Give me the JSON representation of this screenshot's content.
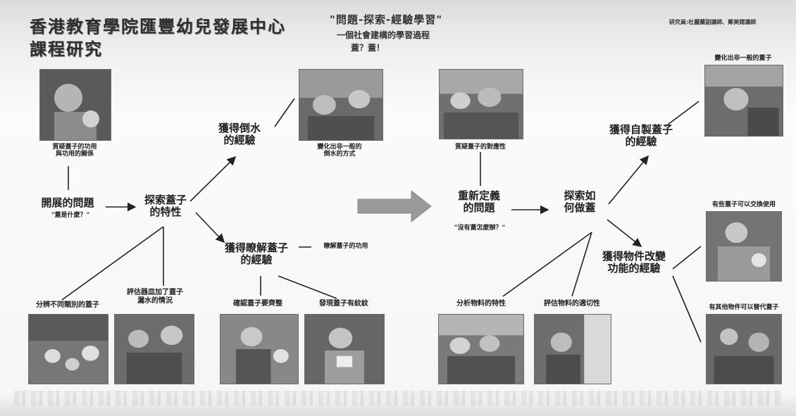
{
  "header": {
    "title_line1": "香港教育學院匯豐幼兒發展中心",
    "title_line2": "課程研究",
    "subtitle_line1": "\"問題-探索-經驗學習\"",
    "subtitle_line2": "一個社會建構的學習過程",
    "subtitle_line3": "蓋？蓋！",
    "credit": "研究員:杜麗蘭副講師、鄭美嫦講師"
  },
  "left": {
    "photo1_caption": "質疑蓋子的功用\n與功用的關係",
    "start_question": "開展的問題",
    "start_question_sub": "\"蓋是什麼？\"",
    "explore": "探索蓋子\n的特性",
    "pour": "獲得倒水\n的經驗",
    "photo2_caption": "變化出非一般的\n倒水的方式",
    "understand": "獲得瞭解蓋子\n的經驗",
    "understand_note": "瞭解蓋子的功用",
    "b1": "分辨不同類別的蓋子",
    "b2": "評估器皿加了蓋子\n漏水的情況",
    "b3": "確認蓋子要齊整",
    "b4": "發現蓋子有紋紋"
  },
  "right": {
    "photo3_caption": "質疑蓋子的對應性",
    "redefine": "重新定義\n的問題",
    "redefine_sub": "\"沒有蓋怎麼辦？\"",
    "explore2": "探索如\n何做蓋",
    "selfmade": "獲得自製蓋子\n的經驗",
    "photo4_caption": "變化出非一般的蓋子",
    "change": "獲得物件改變\n功能的經驗",
    "r1": "分析物料的特性",
    "r2": "評估物料的適切性",
    "r3": "有些蓋子可以交換使用",
    "r4": "有其他物件可以替代蓋子"
  }
}
